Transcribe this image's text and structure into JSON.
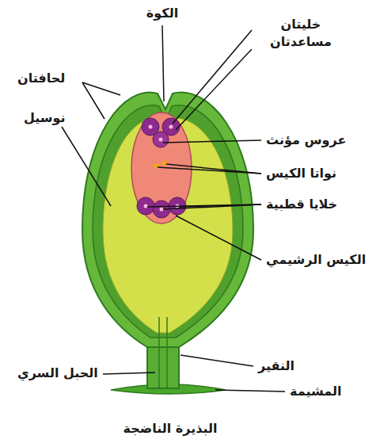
{
  "diagram": {
    "caption": "البذيرة الناضجة",
    "labels": [
      "الكوة",
      "لحافتان",
      "خليتان مساعدتان",
      "نوسيل",
      "عروس مؤنث",
      "نواتا الكيس",
      "خلايا قطبية",
      "الكيس الرشيمي",
      "النقير",
      "الحبل السري",
      "المشيمة"
    ]
  }
}
